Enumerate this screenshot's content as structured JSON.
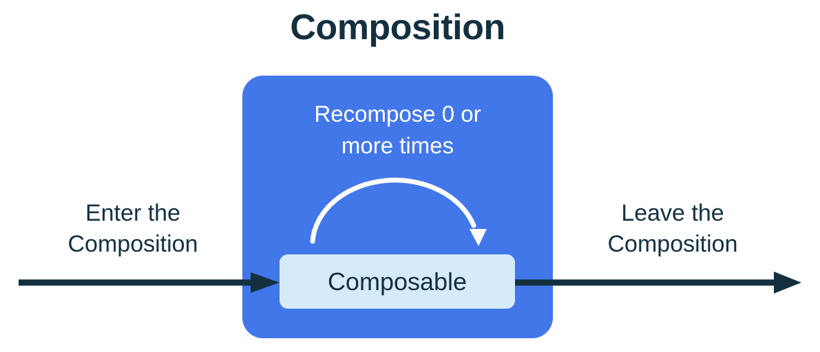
{
  "title": "Composition",
  "colors": {
    "navy": "#14303f",
    "blue": "#4277e9",
    "light_blue": "#d5ebfa",
    "white": "#ffffff",
    "background": "#ffffff"
  },
  "composition_box": {
    "recompose_label": "Recompose 0 or\nmore times",
    "composable_label": "Composable"
  },
  "flow": {
    "enter_label": "Enter the\nComposition",
    "leave_label": "Leave the\nComposition"
  },
  "icons": {
    "recompose_arc": "curved-arrow-icon",
    "enter_arrow": "right-arrow-icon",
    "leave_arrow": "right-arrow-icon"
  }
}
